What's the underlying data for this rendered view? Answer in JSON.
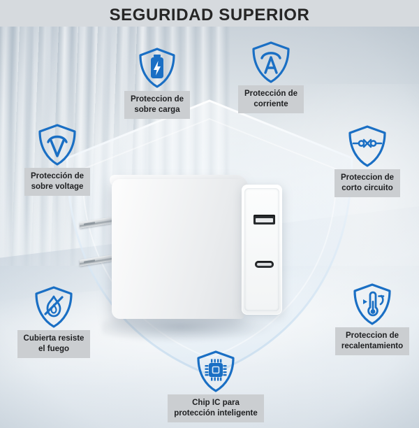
{
  "title": "SEGURIDAD SUPERIOR",
  "colors": {
    "icon_blue": "#1a6fc4",
    "label_bg": "#cbced1",
    "label_text": "#1e1f21",
    "title_text": "#262626",
    "background": "#d6dade"
  },
  "product": {
    "name": "white-wall-charger",
    "ports": [
      "usb-a",
      "usb-c"
    ],
    "prongs": 2
  },
  "features": [
    {
      "id": "overcharge",
      "icon": "shield-battery-bolt-icon",
      "line1": "Proteccion de",
      "line2": "sobre carga"
    },
    {
      "id": "current",
      "icon": "shield-ampere-a-icon",
      "line1": "Protección de",
      "line2": "corriente"
    },
    {
      "id": "overvoltage",
      "icon": "shield-volt-v-icon",
      "line1": "Protección de",
      "line2": "sobre voltage"
    },
    {
      "id": "short-circuit",
      "icon": "shield-short-circuit-icon",
      "line1": "Proteccion de",
      "line2": "corto circuito"
    },
    {
      "id": "fire-resistant",
      "icon": "shield-no-fire-icon",
      "line1": "Cubierta resiste",
      "line2": "el fuego"
    },
    {
      "id": "overheat",
      "icon": "shield-thermometer-icon",
      "line1": "Proteccion de",
      "line2": "recalentamiento"
    },
    {
      "id": "ic-chip",
      "icon": "shield-microchip-icon",
      "line1": "Chip IC para",
      "line2": "protección inteligente"
    }
  ]
}
